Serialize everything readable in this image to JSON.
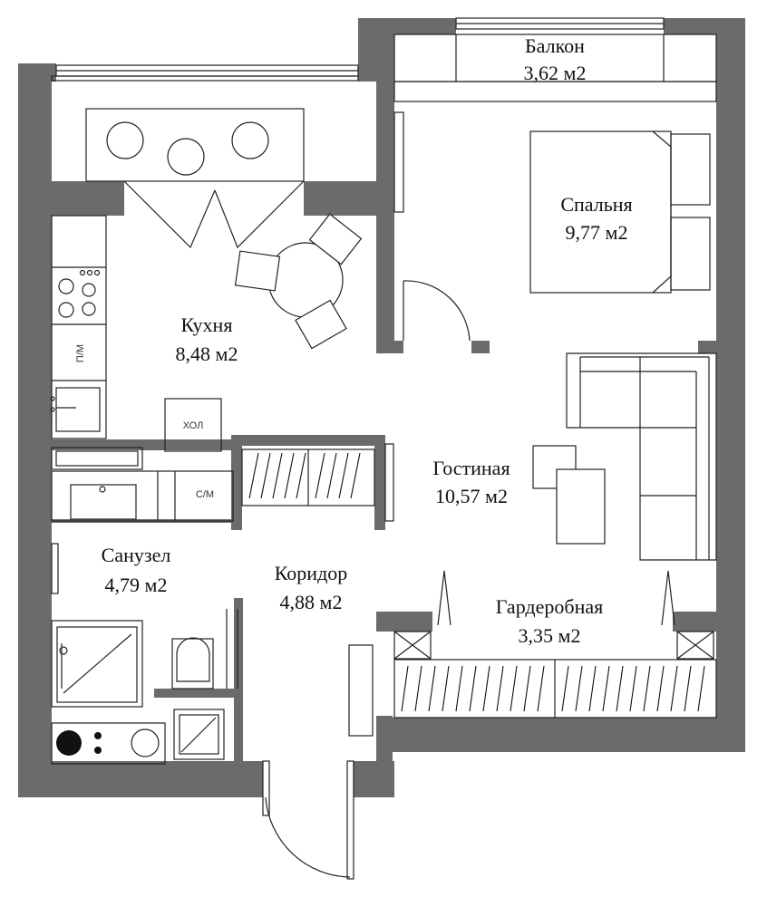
{
  "rooms": {
    "balcony": {
      "name": "Балкон",
      "area": "3,62 м2"
    },
    "bedroom": {
      "name": "Спальня",
      "area": "9,77 м2"
    },
    "kitchen": {
      "name": "Кухня",
      "area": "8,48 м2"
    },
    "living": {
      "name": "Гостиная",
      "area": "10,57 м2"
    },
    "bathroom": {
      "name": "Санузел",
      "area": "4,79 м2"
    },
    "corridor": {
      "name": "Коридор",
      "area": "4,88 м2"
    },
    "wardrobe": {
      "name": "Гардеробная",
      "area": "3,35 м2"
    }
  },
  "appliances": {
    "dishwasher": "П/М",
    "fridge": "ХОЛ",
    "washer": "С/М"
  },
  "colors": {
    "wall": "#6b6b6b",
    "line": "#222222",
    "background": "#ffffff"
  }
}
